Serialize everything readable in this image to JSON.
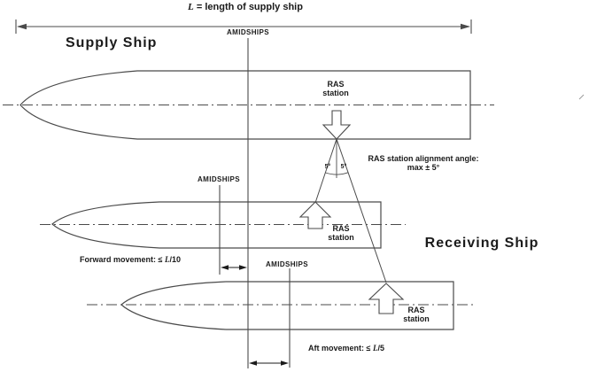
{
  "colors": {
    "line": "#4a4a4a",
    "text": "#1b1b1b",
    "background": "#ffffff"
  },
  "dimension": {
    "var": "L",
    "rest": " = length of supply ship"
  },
  "supply": {
    "title": "Supply Ship",
    "amidships": "AMIDSHIPS",
    "ras_station": {
      "line1": "RAS",
      "line2": "station"
    }
  },
  "alignment": {
    "note_line1": "RAS station alignment angle:",
    "note_line2": "max ± 5°",
    "angle_left": "5°",
    "angle_right": "5°"
  },
  "receiving": {
    "title": "Receiving Ship",
    "forward_position": {
      "amidships": "AMIDSHIPS",
      "ras_station": {
        "line1": "RAS",
        "line2": "station"
      },
      "movement": {
        "prefix": "Forward movement: ≤ ",
        "var": "L",
        "suffix": "/10"
      }
    },
    "aft_position": {
      "amidships": "AMIDSHIPS",
      "ras_station": {
        "line1": "RAS",
        "line2": "station"
      },
      "movement": {
        "prefix": "Aft movement: ≤ ",
        "var": "L",
        "suffix": "/5"
      }
    }
  }
}
